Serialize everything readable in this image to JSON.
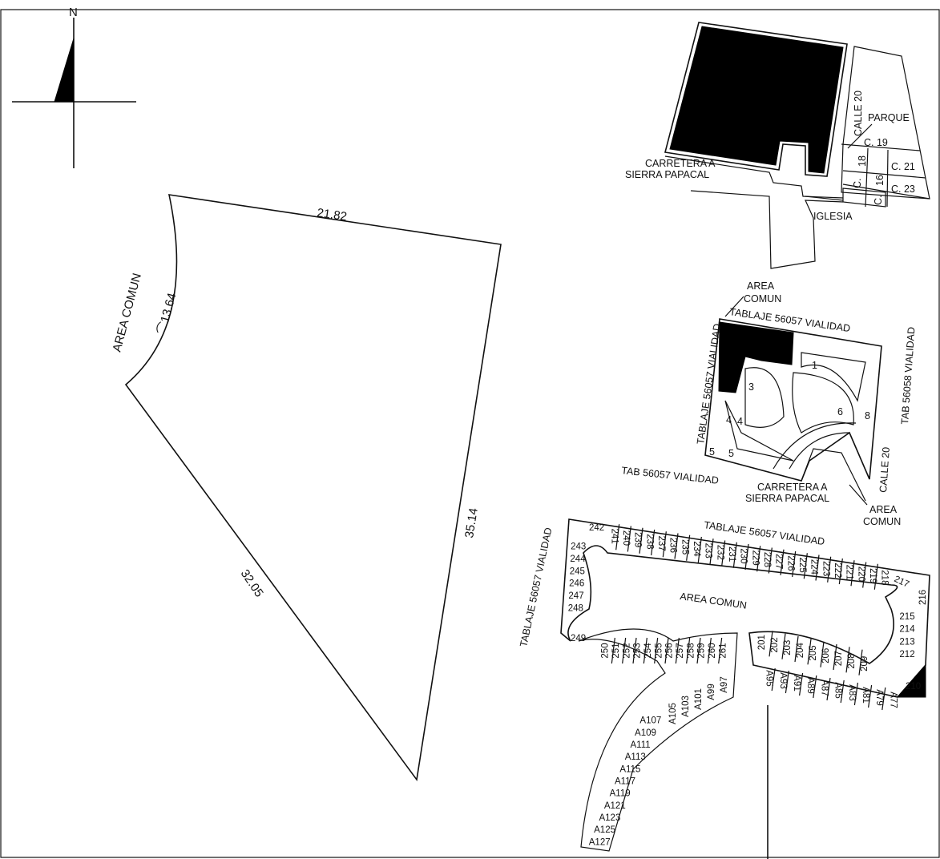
{
  "north_label": "N",
  "main_parcel": {
    "side_top": "21.82",
    "side_right": "35.14",
    "side_left": "32.05",
    "arc_label": "AREA COMUN",
    "arc_length": "⌒13.64"
  },
  "location_map": {
    "road_line1": "CARRETERA A",
    "road_line2": "SIERRA PAPACAL",
    "calle20": "CALLE 20",
    "parque": "PARQUE",
    "c19": "C. 19",
    "n18": "18",
    "c21": "C. 21",
    "c_a": "C.",
    "n16": "16",
    "c23": "C. 23",
    "c_b": "C.",
    "iglesia": "IGLESIA"
  },
  "site_map": {
    "area_comun_top_1": "AREA",
    "area_comun_top_2": "COMUN",
    "top_road": "TABLAJE 56057 VIALIDAD",
    "right_road": "TAB 56058 VIALIDAD",
    "left_road": "TABLAJE 56057 VIALIDAD",
    "bottom_road": "TAB 56057 VIALIDAD",
    "calle20": "CALLE 20",
    "road_line1": "CARRETERA A",
    "road_line2": "SIERRA PAPACAL",
    "area_comun_bottom_1": "AREA",
    "area_comun_bottom_2": "COMUN",
    "block_numbers": [
      "1",
      "3",
      "4",
      "4",
      "5",
      "5",
      "6",
      "8"
    ]
  },
  "lot_map": {
    "top_road": "TABLAJE 56057 VIALIDAD",
    "left_road": "TABLAJE 56057 VIALIDAD",
    "area_comun": "AREA COMUN",
    "top_row": [
      "241",
      "240",
      "239",
      "238",
      "237",
      "236",
      "235",
      "234",
      "233",
      "232",
      "231",
      "230",
      "229",
      "228",
      "227",
      "226",
      "225",
      "224",
      "223",
      "222",
      "221",
      "220",
      "219",
      "218"
    ],
    "left_column": [
      "243",
      "244",
      "245",
      "246",
      "247",
      "248"
    ],
    "corner_lots": [
      "242",
      "249",
      "217",
      "216",
      "210"
    ],
    "right_column": [
      "215",
      "214",
      "213",
      "212"
    ],
    "bottom_left_row": [
      "250",
      "251",
      "252",
      "253",
      "254",
      "255",
      "256",
      "257",
      "258",
      "259",
      "260",
      "261"
    ],
    "bottom_right_row": [
      "201",
      "202",
      "203",
      "204",
      "205",
      "206",
      "207",
      "208",
      "209"
    ],
    "a_row": [
      "A95",
      "A93",
      "A91",
      "A89",
      "A87",
      "A85",
      "A83",
      "A81",
      "A79",
      "A77"
    ],
    "curve_inner": [
      "A97",
      "A99",
      "A101",
      "A103",
      "A105"
    ],
    "curve_outer": [
      "A107",
      "A109",
      "A111",
      "A113",
      "A115",
      "A117",
      "A119",
      "A121",
      "A123",
      "A125",
      "A127"
    ]
  }
}
